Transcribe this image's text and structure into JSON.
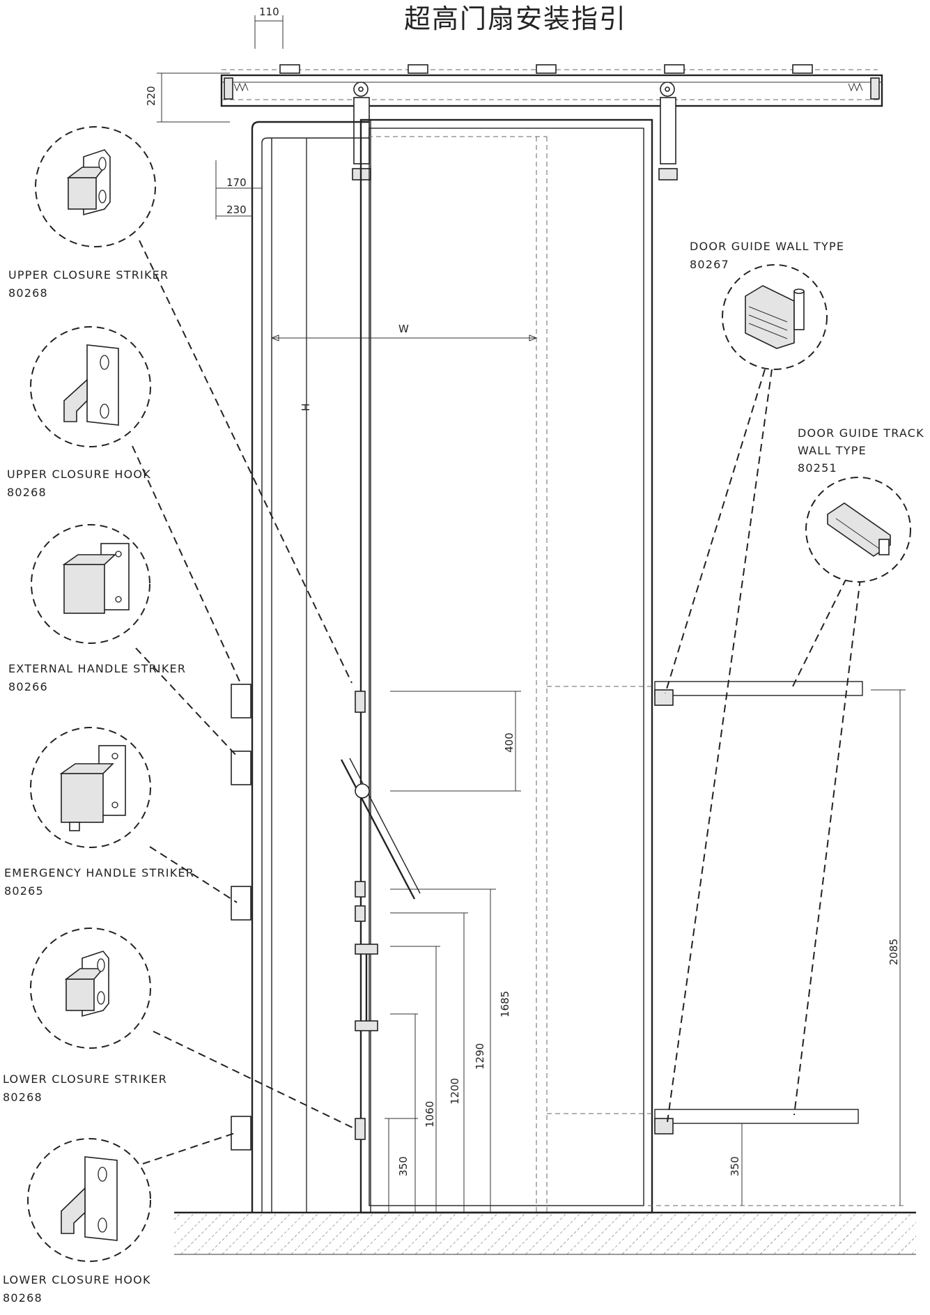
{
  "title": "超高门扇安装指引",
  "dimensions": {
    "d110": "110",
    "d220": "220",
    "d170": "170",
    "d230": "230",
    "w": "W",
    "h": "H",
    "d400": "400",
    "d1060": "1060",
    "d1200": "1200",
    "d1290": "1290",
    "d1685": "1685",
    "d350_left": "350",
    "d350_right": "350",
    "d2085": "2085"
  },
  "parts": [
    {
      "name": "UPPER CLOSURE STRIKER",
      "code": "80268"
    },
    {
      "name": "UPPER CLOSURE HOOK",
      "code": "80268"
    },
    {
      "name": "EXTERNAL HANDLE STRIKER",
      "code": "80266"
    },
    {
      "name": "EMERGENCY HANDLE STRIKER",
      "code": "80265"
    },
    {
      "name": "LOWER CLOSURE STRIKER",
      "code": "80268"
    },
    {
      "name": "LOWER CLOSURE HOOK",
      "code": "80268"
    },
    {
      "name": "DOOR GUIDE WALL TYPE",
      "code": "80267"
    },
    {
      "name_line1": "DOOR GUIDE TRACK",
      "name_line2": "WALL TYPE",
      "code": "80251"
    }
  ]
}
